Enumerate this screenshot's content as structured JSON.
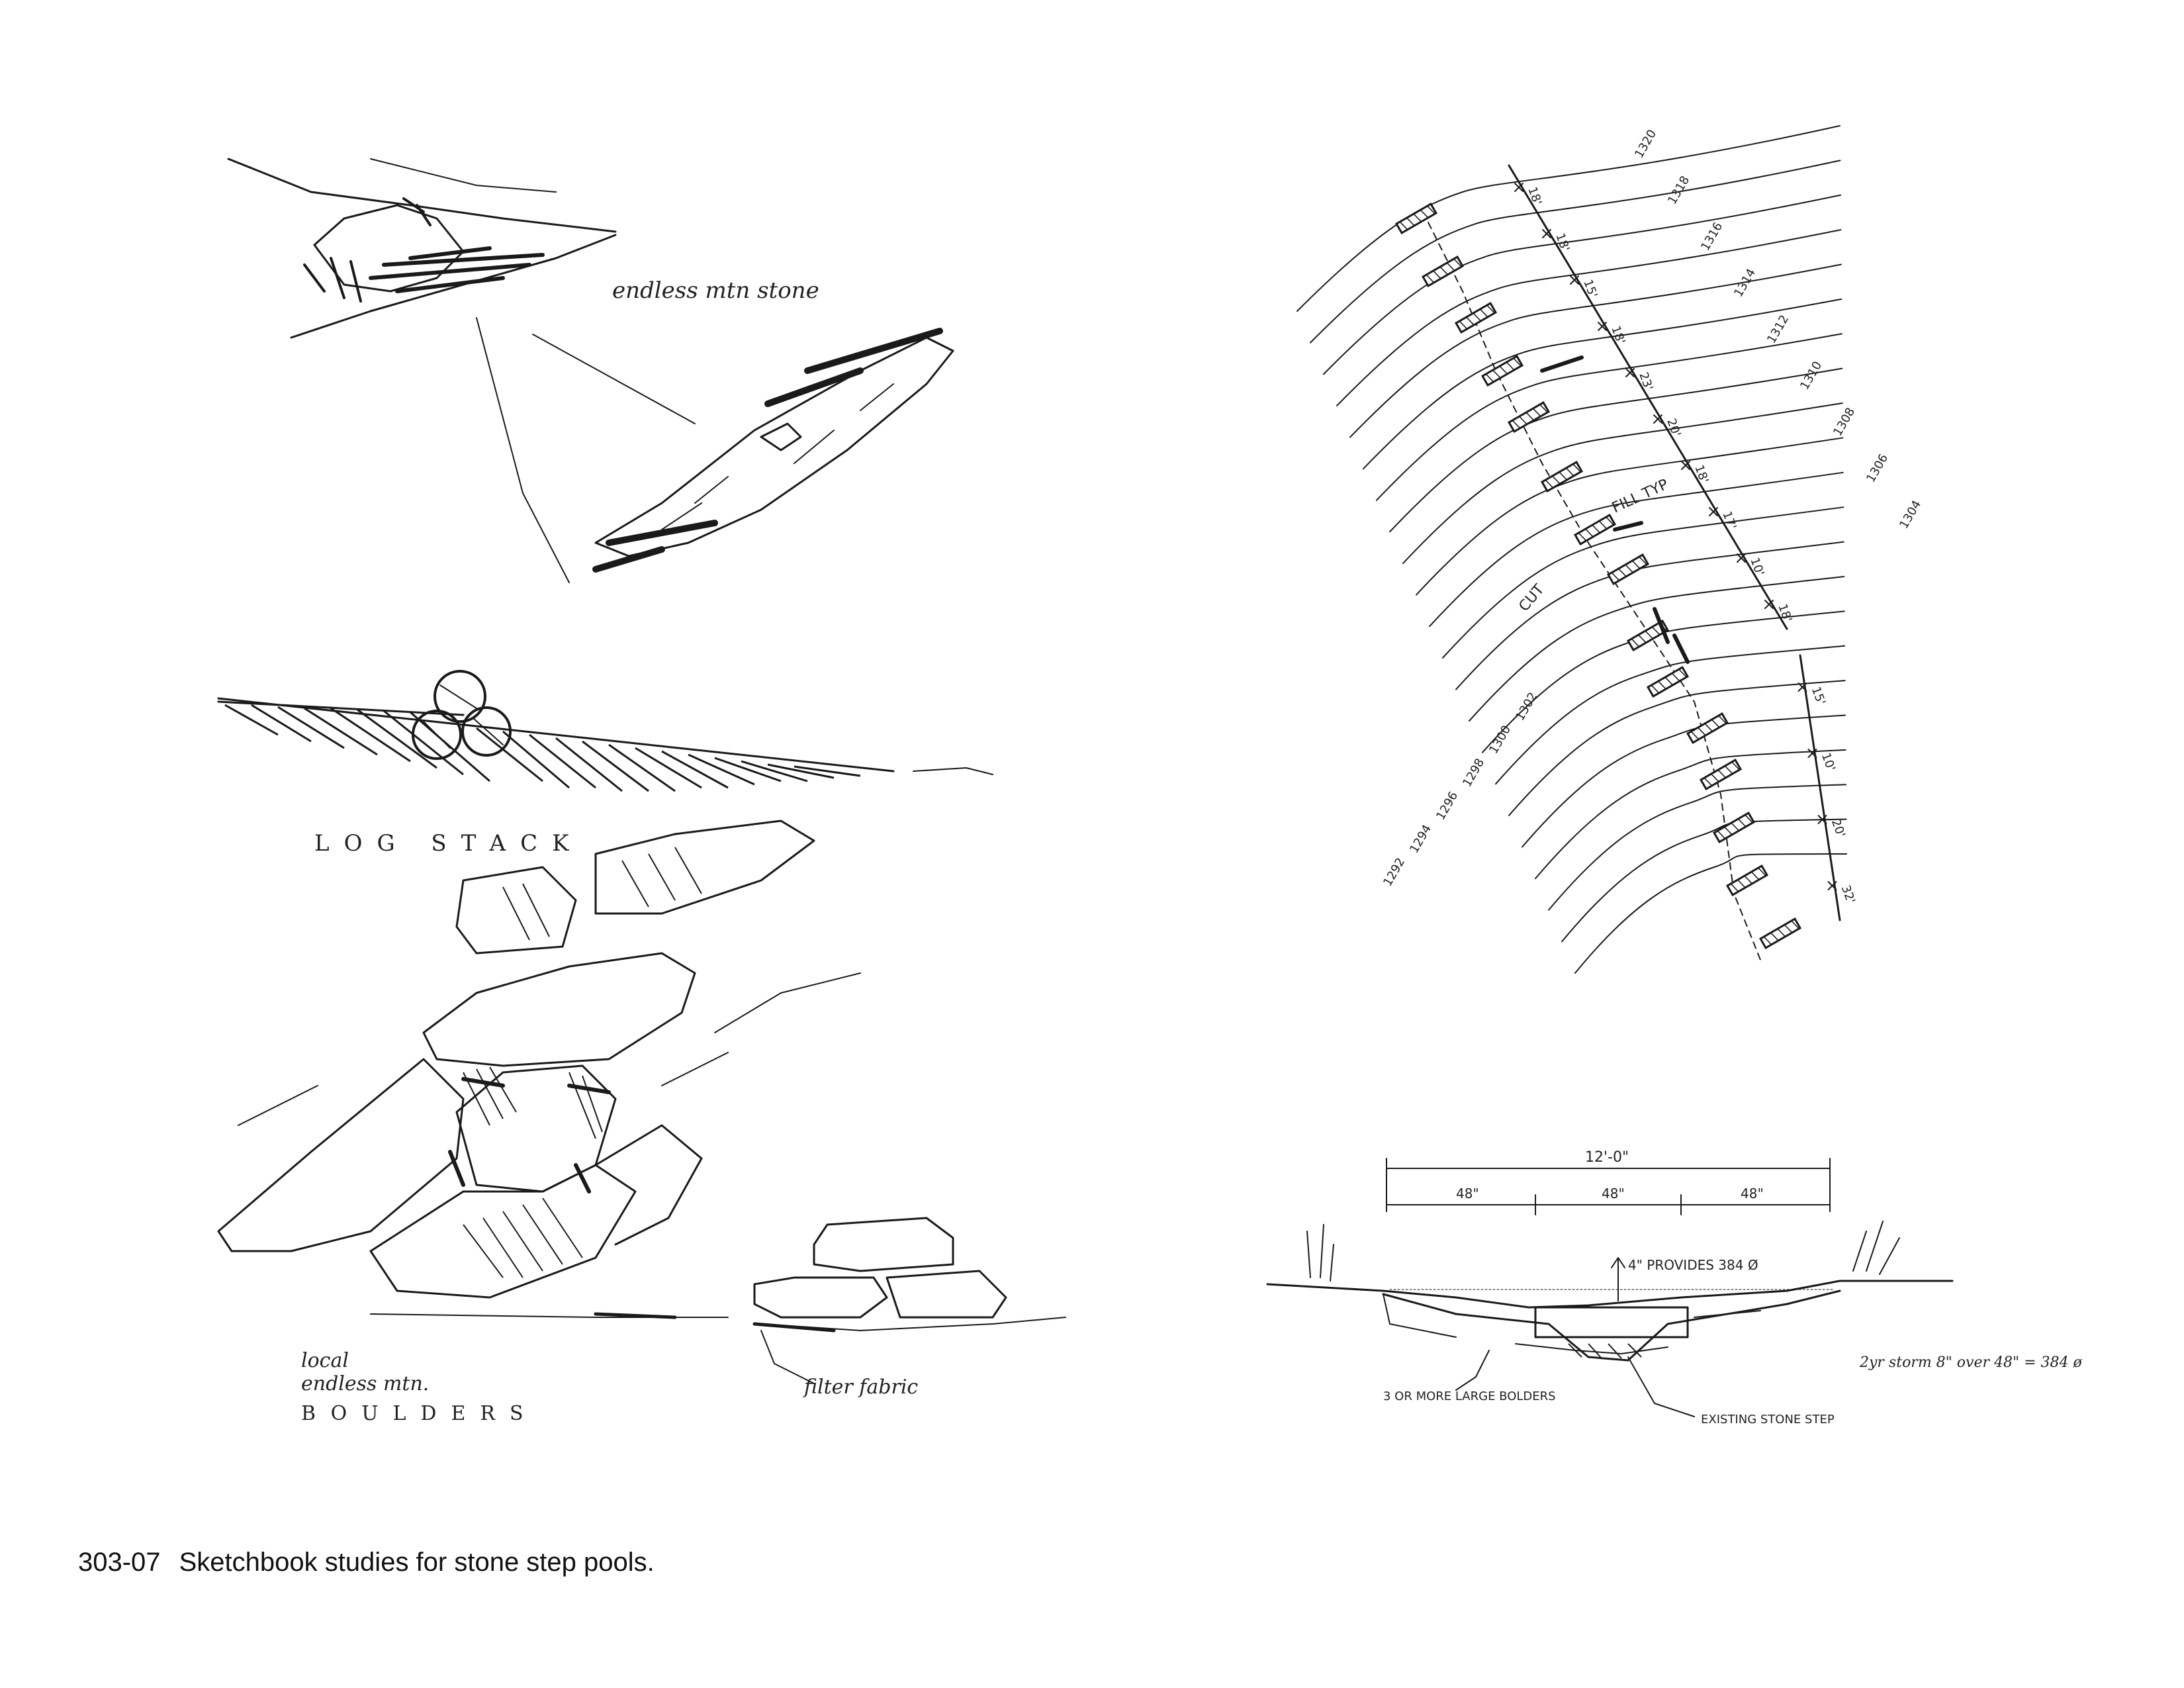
{
  "caption": {
    "number": "303-07",
    "text": "Sketchbook studies for stone step pools."
  },
  "sketch_top_left": {
    "label": "endless mtn stone"
  },
  "sketch_log_stack": {
    "label": "LOG STACK",
    "boulder_note_line1": "local",
    "boulder_note_line2": "endless mtn.",
    "boulder_note_line3": "BOULDERS",
    "fabric_label": "filter fabric"
  },
  "plan_sketch": {
    "contour_labels": [
      "1320",
      "1318",
      "1316",
      "1314",
      "1312",
      "1310",
      "1308",
      "1306",
      "1304",
      "1302",
      "1300",
      "1298",
      "1296",
      "1294",
      "1292"
    ],
    "spacing_labels": [
      "18'",
      "18'",
      "15'",
      "18'",
      "23'",
      "20'",
      "18'",
      "17'",
      "10'",
      "18'",
      "15'",
      "10'",
      "20'",
      "32'"
    ],
    "fill_label": "FILL TYP",
    "cut_label": "CUT"
  },
  "section_sketch": {
    "overall_dim": "12'-0\"",
    "sub_dims": [
      "48\"",
      "48\"",
      "48\""
    ],
    "provides_label": "4\" PROVIDES 384 Ø",
    "storm_label": "2yr storm   8\" over 48\" = 384 ø",
    "boulders_label": "3 OR MORE LARGE BOLDERS",
    "existing_label": "EXISTING STONE STEP"
  }
}
